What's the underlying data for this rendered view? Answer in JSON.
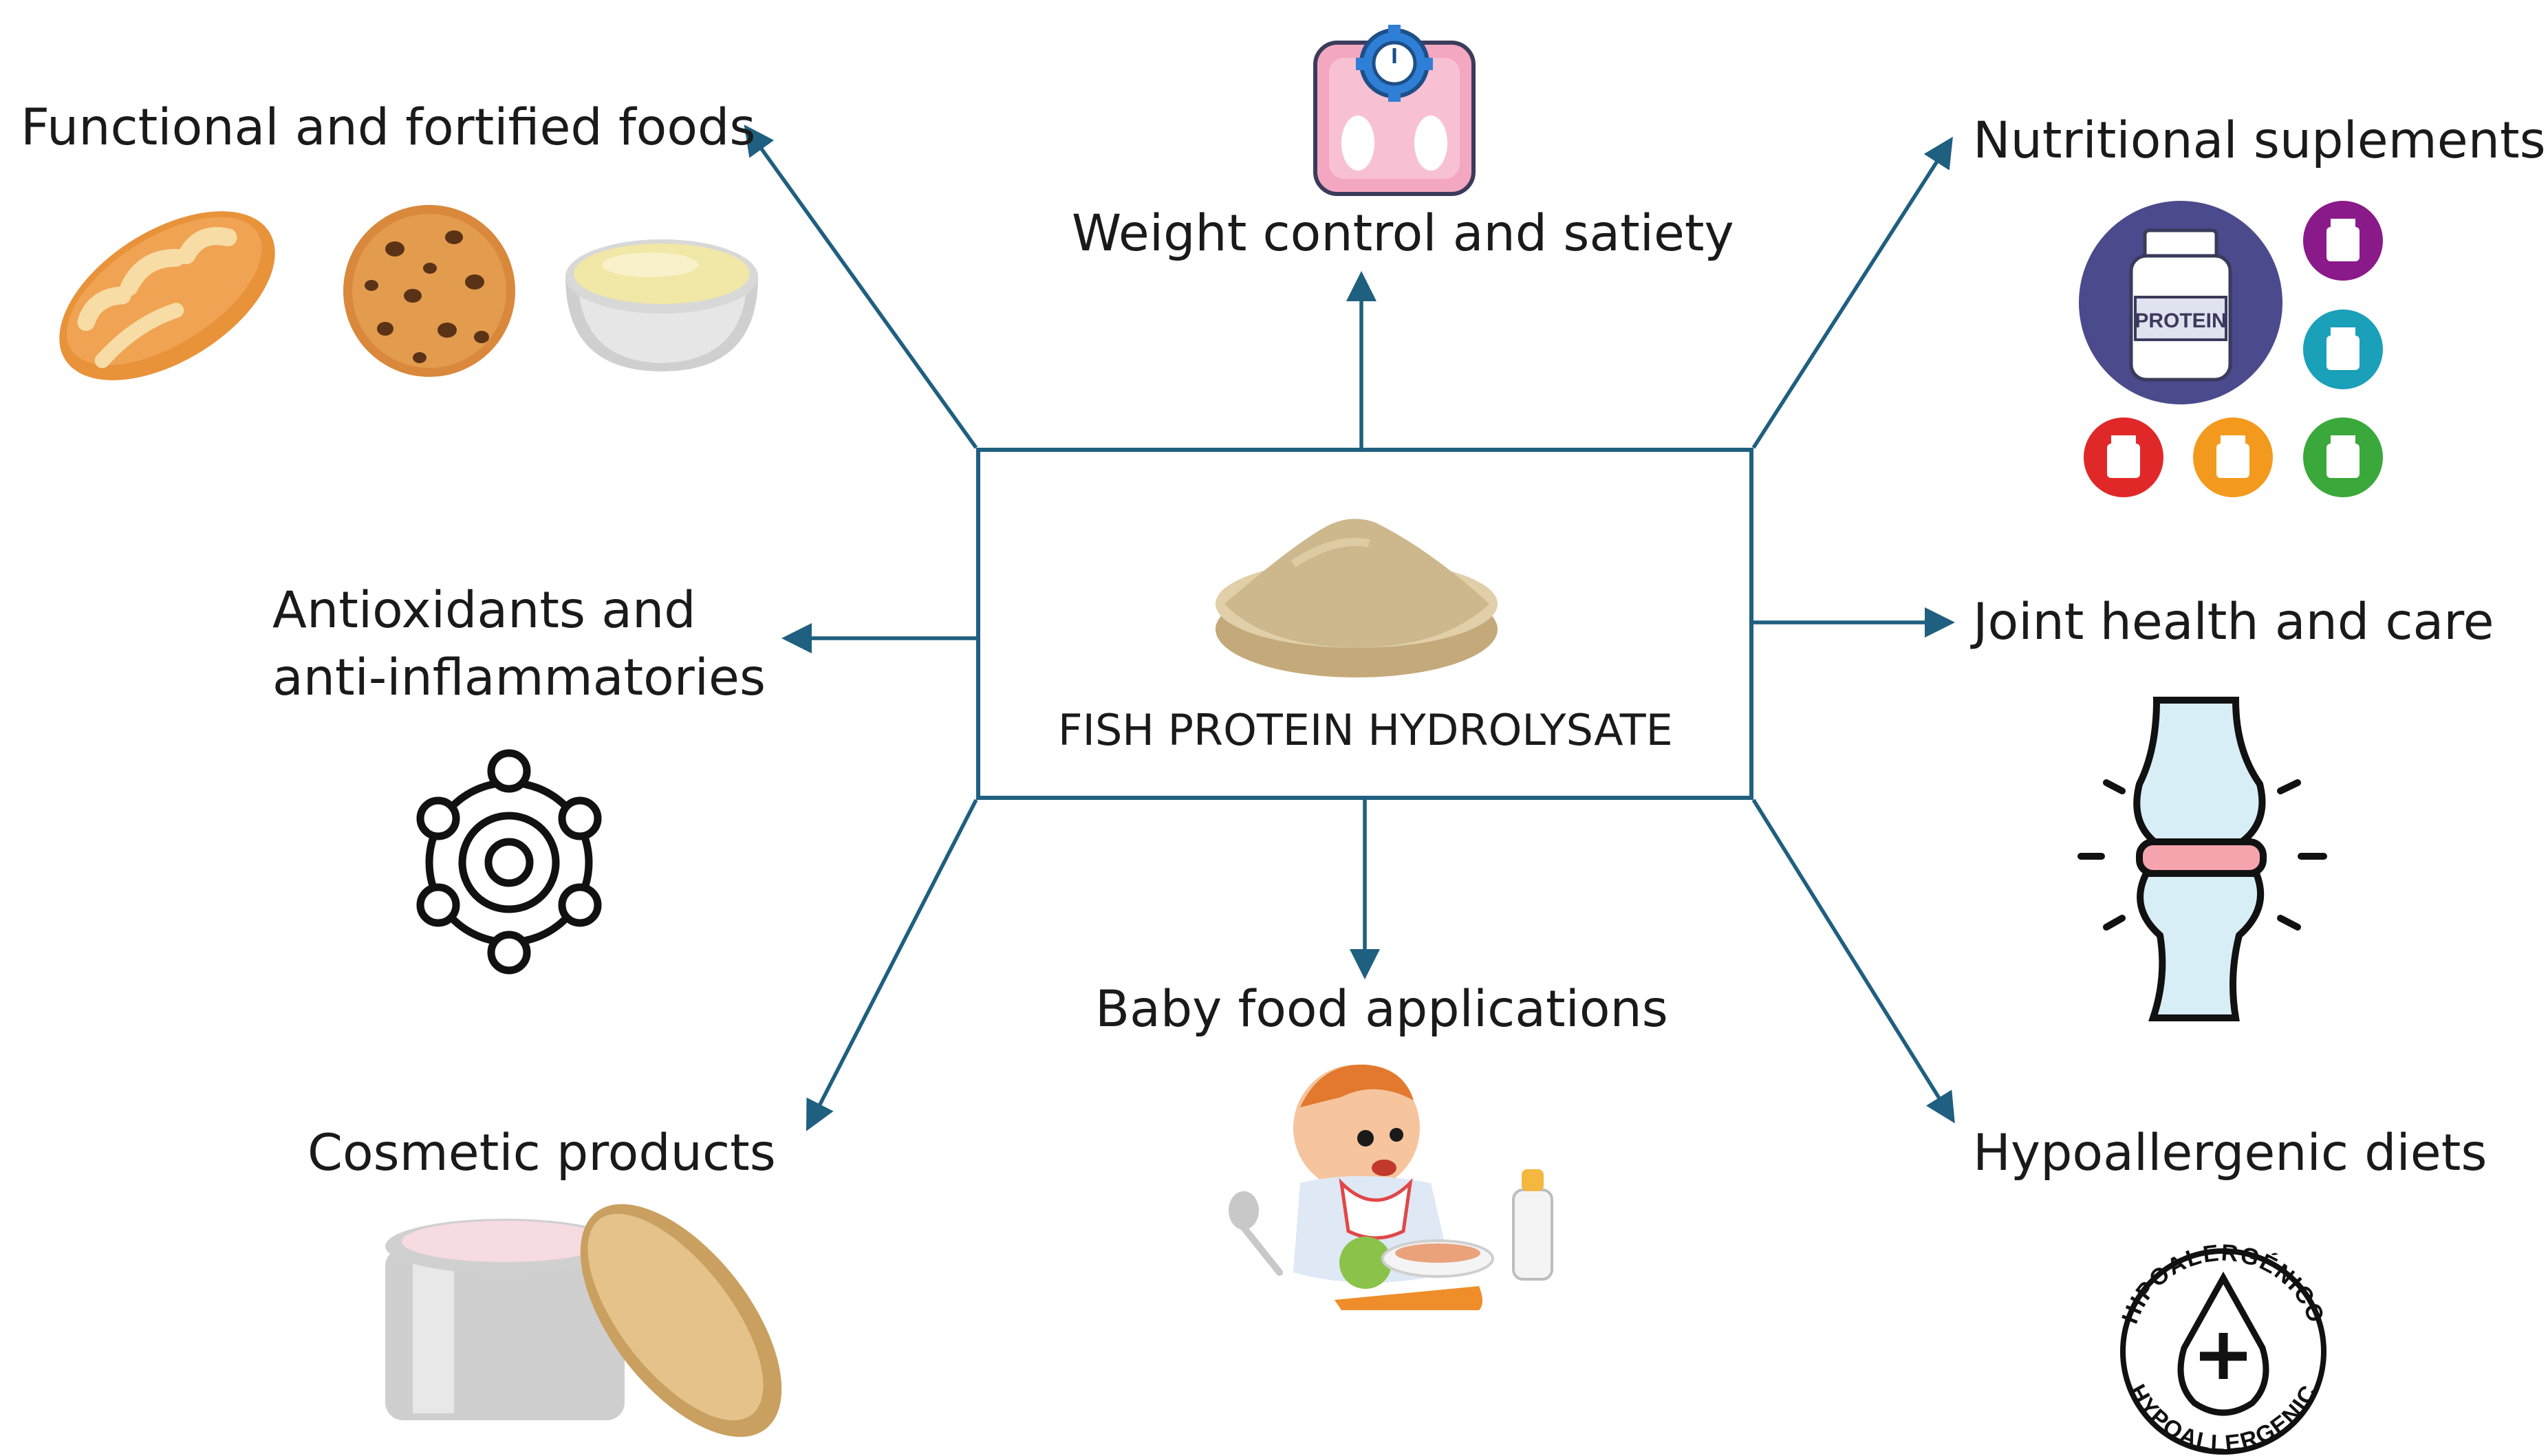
{
  "center": {
    "label": "FISH PROTEIN HYDROLYSATE"
  },
  "branches": {
    "functional_foods": {
      "label": "Functional and fortified foods"
    },
    "weight_control": {
      "label": "Weight control and satiety"
    },
    "nutritional_supplements": {
      "label": "Nutritional suplements",
      "bottle_text": "PROTEIN"
    },
    "antioxidants": {
      "label_line1": "Antioxidants and",
      "label_line2": "anti-inflammatories"
    },
    "joint_health": {
      "label": "Joint health and care"
    },
    "cosmetic_products": {
      "label": "Cosmetic products"
    },
    "baby_food": {
      "label": "Baby food applications"
    },
    "hypoallergenic": {
      "label": "Hypoallergenic diets",
      "badge_text_top": "HIPOALERGÉNICO",
      "badge_text_bottom": "HYPOALLERGENIC"
    }
  },
  "colors": {
    "arrow": "#1f5f7f",
    "bread": "#e8923a",
    "cookie": "#d9883c",
    "puree": "#f1e7a6",
    "scale": "#f4a7c0",
    "protein_main": "#4a4a8c",
    "pill_purple": "#8a1a8a",
    "pill_teal": "#1aa0b8",
    "pill_red": "#e02828",
    "pill_orange": "#f39a1e",
    "pill_green": "#3aa83a",
    "powder": "#cdb78c",
    "joint_bone": "#d7eef7",
    "joint_cartilage": "#f5a3ad"
  }
}
